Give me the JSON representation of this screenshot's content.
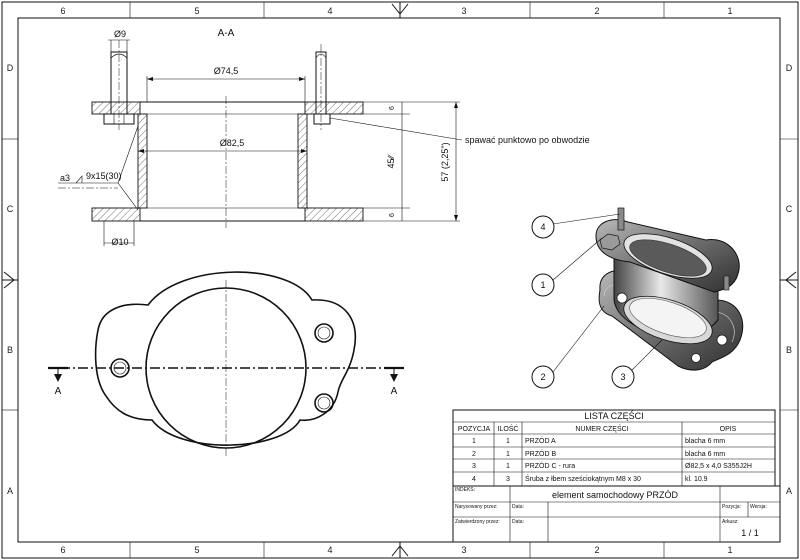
{
  "zones": {
    "columns": [
      "6",
      "5",
      "4",
      "3",
      "2",
      "1"
    ],
    "rows": [
      "D",
      "C",
      "B",
      "A"
    ]
  },
  "section": {
    "title": "A-A",
    "dim_bolt": "Ø9",
    "dim_top": "Ø74,5",
    "dim_mid": "Ø82,5",
    "dim_bottom": "Ø10",
    "dim_h6_top": "6",
    "dim_h45": "45∕∕",
    "dim_h57": "57 (2,25\")",
    "dim_h6_bottom": "6",
    "weld_a": "a3",
    "weld_spec": "9x15(30)",
    "note": "spawać punktowo po obwodzie"
  },
  "plan": {
    "cut_left": "A",
    "cut_right": "A"
  },
  "balloons": [
    "4",
    "1",
    "2",
    "3"
  ],
  "parts_list": {
    "title": "LISTA CZĘŚCI",
    "headers": [
      "POZYCJA",
      "ILOŚĆ",
      "NUMER CZĘŚCI",
      "OPIS"
    ],
    "rows": [
      [
        "1",
        "1",
        "PRZÓD A",
        "blacha 6 mm"
      ],
      [
        "2",
        "1",
        "PRZÓD B",
        "blacha 6 mm"
      ],
      [
        "3",
        "1",
        "PRZÓD C - rura",
        "Ø82,5 x 4,0 S355J2H"
      ],
      [
        "4",
        "3",
        "Śruba z łbem sześciokątnym M8 x 30",
        "kl. 10.9"
      ]
    ]
  },
  "title_block": {
    "index_label": "INDEKS:",
    "name": "element samochodowy PRZÓD",
    "drawn_label": "Narysowany przez:",
    "approved_label": "Zatwierdzony przez:",
    "date_label": "Data:",
    "position_label": "Pozycja:",
    "version_label": "Wersja:",
    "sheet_label": "Arkusz:",
    "sheet": "1 / 1"
  }
}
